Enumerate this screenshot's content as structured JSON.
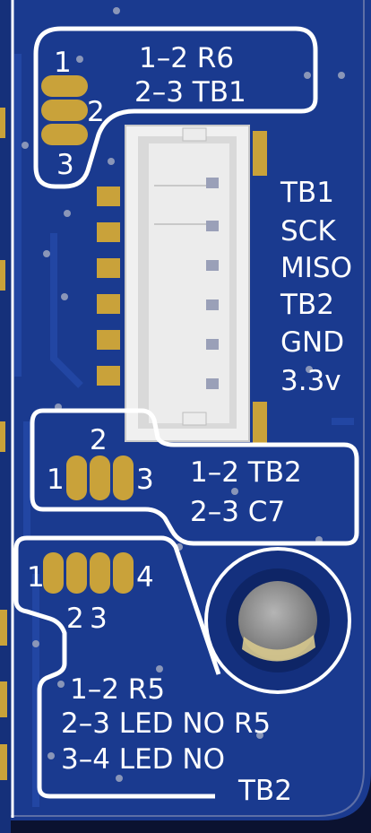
{
  "jumper_top": {
    "pins": [
      "1",
      "2",
      "3"
    ],
    "line1": "1–2  R6",
    "line2": "2–3  TB1"
  },
  "connector_pins": [
    "TB1",
    "SCK",
    "MISO",
    "TB2",
    "GND",
    "3.3v"
  ],
  "jumper_mid": {
    "pins": [
      "1",
      "2",
      "3"
    ],
    "line1": "1–2  TB2",
    "line2": "2–3  C7"
  },
  "jumper_bottom": {
    "pins": [
      "1",
      "2",
      "3",
      "4"
    ],
    "line1": "1–2  R5",
    "line2": "2–3  LED  NO  R5",
    "line3": "3–4  LED  NO",
    "line4": "TB2"
  },
  "colors": {
    "board": "#1a3a8f",
    "board_edge": "#0d2058",
    "pad": "#c9a23a",
    "silkscreen": "#ffffff",
    "connector": "#e8e8e8",
    "hole": "#9a9a9a"
  }
}
